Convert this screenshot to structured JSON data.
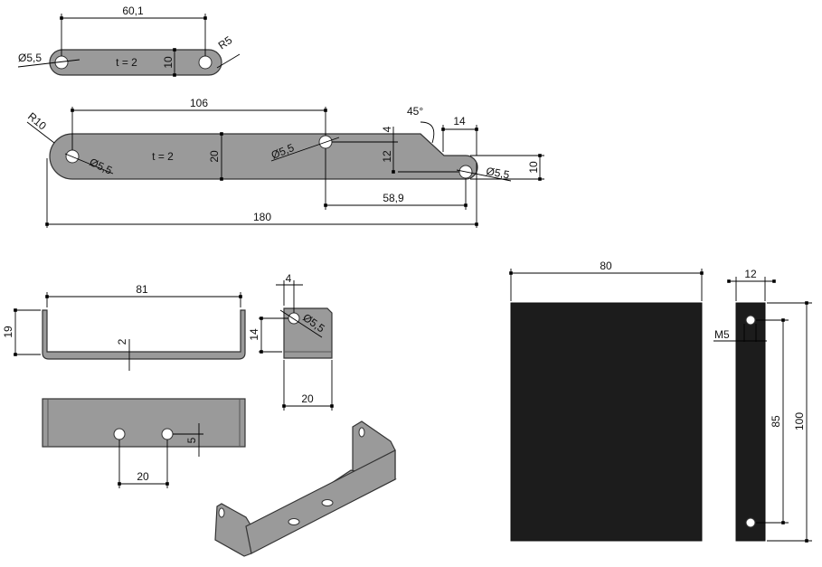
{
  "drawing": {
    "strap": {
      "length": "60,1",
      "thickness": "t = 2",
      "width": "10",
      "radius": "R5",
      "hole": "Ø5,5"
    },
    "bar": {
      "hole_spacing": "106",
      "overall_length": "180",
      "offset": "58,9",
      "thickness": "t = 2",
      "width": "20",
      "radius": "R10",
      "hole_left": "Ø5,5",
      "hole_middle": "Ø5,5",
      "hole_right": "Ø5,5",
      "step_top": "4",
      "step_height": "12",
      "end_length": "14",
      "end_width": "10",
      "angle": "45°"
    },
    "channel": {
      "inner_length": "81",
      "height": "19",
      "thickness": "2",
      "side_hole_offset": "4",
      "side_hole_height": "14",
      "side_hole": "Ø5,5",
      "depth": "20",
      "hole_spacing": "20",
      "hole_edge": "5"
    },
    "block": {
      "width": "80",
      "thickness": "12",
      "thread": "M5",
      "hole_spacing": "85",
      "height": "100"
    }
  },
  "colors": {
    "part": "#9a9a9a",
    "block": "#1c1c1c"
  }
}
